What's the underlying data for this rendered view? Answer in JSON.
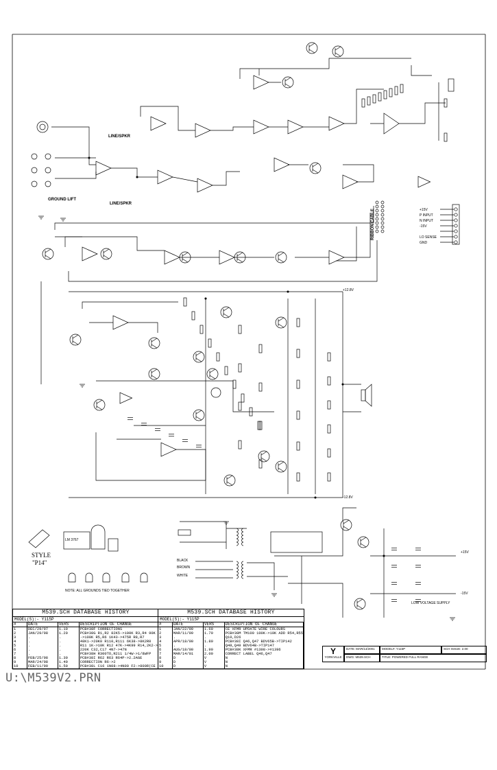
{
  "schematic": {
    "labels": {
      "line_spkr_top": "LINE/SPKR",
      "line_spkr_bottom": "LINE/SPKR",
      "ground_lift": "GROUND LIFT",
      "ribbon_cable": "RIBBON CABLE",
      "rail_pos": "+12.8V",
      "rail_neg": "-12.8V",
      "style": "STYLE",
      "style_code": "\"P14\"",
      "ic_lm": "LM 3767",
      "pos_supply": "+15V",
      "neg_supply": "-15V",
      "low_voltage_supply": "LOW VOLTAGE SUPPLY",
      "black": "BLACK",
      "white": "WHITE",
      "brown": "BROWN",
      "note": "NOTE: ALL GROUNDS TIED TOGETHER"
    },
    "connector_labels": [
      "+15V",
      "P INPUT",
      "N INPUT",
      "-15V",
      "",
      "LO SENSE",
      "GND"
    ]
  },
  "history_left": {
    "title": "M539.SCH DATABASE HISTORY",
    "model": "MODEL(S):-    Y115P",
    "headers": [
      "#",
      "DATE",
      "VERS",
      "DESCRIPTION OF CHANGE"
    ],
    "rows": [
      [
        "1",
        "DEC/29/97",
        "1.10",
        "PCB#38F CORRECTIONS"
      ],
      [
        "2",
        "JAN/29/98",
        "1.20",
        "PCB#38G R1,R2 82K5->100K R3,R4 90K"
      ],
      [
        "3",
        ".",
        ".",
        "->100K R5,R6 1K43->475R R8,R7"
      ],
      [
        "4",
        ".",
        ".",
        "48K1->20K0 R110,R111 6K38->8K2R0"
      ],
      [
        "5",
        ".",
        ".",
        "R11 1K->10K R12 47K->4K99 R14,2K2->"
      ],
      [
        "6",
        ".",
        ".",
        "220K C32,C17 4N7->47N"
      ],
      [
        "7",
        ".",
        ".",
        "PCB#38H R300TO,R211 1/4W->1/8WFP"
      ],
      [
        "8",
        "FEB/25/98",
        "1.30",
        "PCB#38I R62 R63 R64P->2.2AGE"
      ],
      [
        "9",
        "MAR/24/98",
        "1.40",
        "CORRECTION R6->2"
      ],
      [
        "10",
        "FEB/11/99",
        "1.50",
        "PCB#38L C16 1N08->4N00 F2->800R(CE"
      ]
    ]
  },
  "history_right": {
    "title": "M539.SCH DATABASE HISTORY",
    "model": "MODEL(S):-    Y115P",
    "headers": [
      "#",
      "DATE",
      "VERS",
      "DESCRIPTION OF CHANGE"
    ],
    "rows": [
      [
        "1",
        "JAN/22/99",
        "1.60",
        "CE XFMR UPDATE WIRE COLOURS"
      ],
      [
        "2",
        "MAR/11/99",
        "1.70",
        "PCB#38M TM100 100K->10K ADD R54,R55"
      ],
      [
        "3",
        ".",
        ".",
        "Q10,D26"
      ],
      [
        "4",
        "APR/18/00",
        "1.80",
        "PCB#38I Q46,Q47 BDV65B->TIP142"
      ],
      [
        "5",
        ".",
        ".",
        "Q48,Q49 BDV64B->TIP147"
      ],
      [
        "6",
        "AUG/18/00",
        "1.90",
        "PCB#38K XFMR #1398->#1396"
      ],
      [
        "7",
        "MAR/14/01",
        "2.00",
        "CORRECT LABEL Q46,Q47"
      ],
      [
        "8",
        "D",
        "V",
        "N"
      ],
      [
        "9",
        "D",
        "V",
        "N"
      ],
      [
        "10",
        "D",
        "V",
        "N"
      ]
    ]
  },
  "title_block": {
    "logo": "YORKVILLE",
    "date": "DATE: MAR/14/2001",
    "model": "MODEL#: Y115P",
    "issue": "SCH ISSUE: 2.00",
    "dwg": "DWG: M539.SCH",
    "title": "TITLE: POWERED FULL RANGE"
  },
  "file_path": "U:\\M539V2.PRN"
}
